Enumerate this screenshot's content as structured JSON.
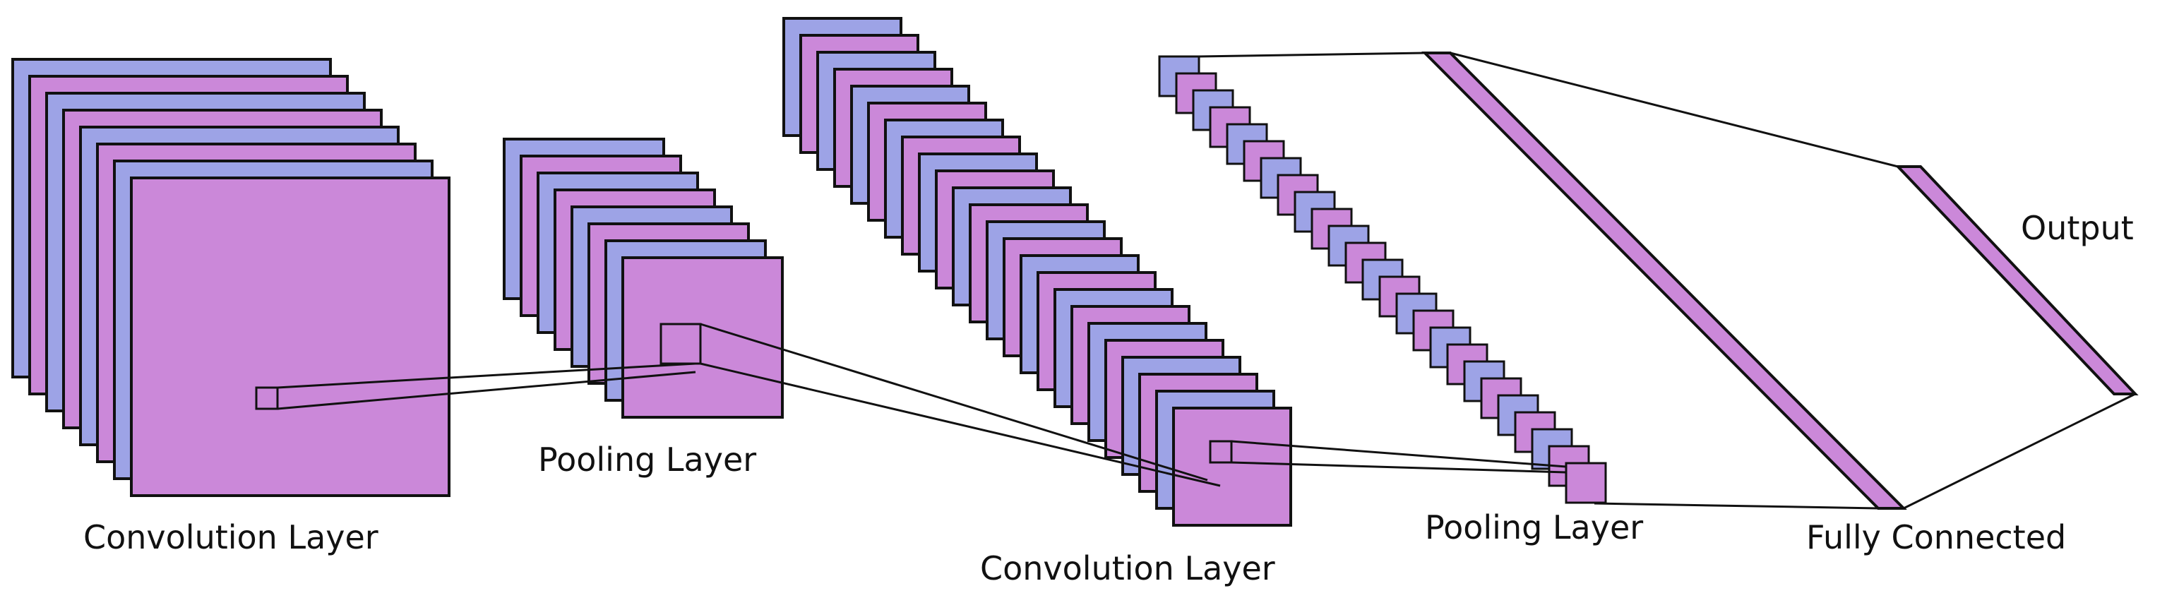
{
  "labels": {
    "conv1": "Convolution Layer",
    "pool1": "Pooling Layer",
    "conv2": "Convolution Layer",
    "pool2": "Pooling Layer",
    "fc": "Fully Connected",
    "output": "Output"
  },
  "colors": {
    "blue": "#9da3e6",
    "purple": "#cb88d9",
    "stroke": "#111111"
  }
}
